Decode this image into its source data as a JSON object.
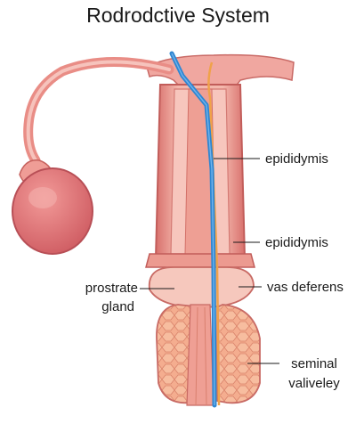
{
  "title": "Rodrodctive System",
  "labels": {
    "epididymis_upper": "epididymis",
    "epididymis_lower": "epididymis",
    "vas_deferens": "vas deferens",
    "prostate_line1": "prostrate",
    "prostate_line2": "gland",
    "seminal_line1": "seminal",
    "seminal_line2": "valiveley"
  },
  "colors": {
    "tissue_light": "#f3b4ad",
    "tissue_mid": "#e8877f",
    "tissue_dark": "#c65b57",
    "testis": "#e07a7a",
    "duct_blue": "#2f86d1",
    "gland_orange": "#f2a98a",
    "background": "#ffffff"
  }
}
